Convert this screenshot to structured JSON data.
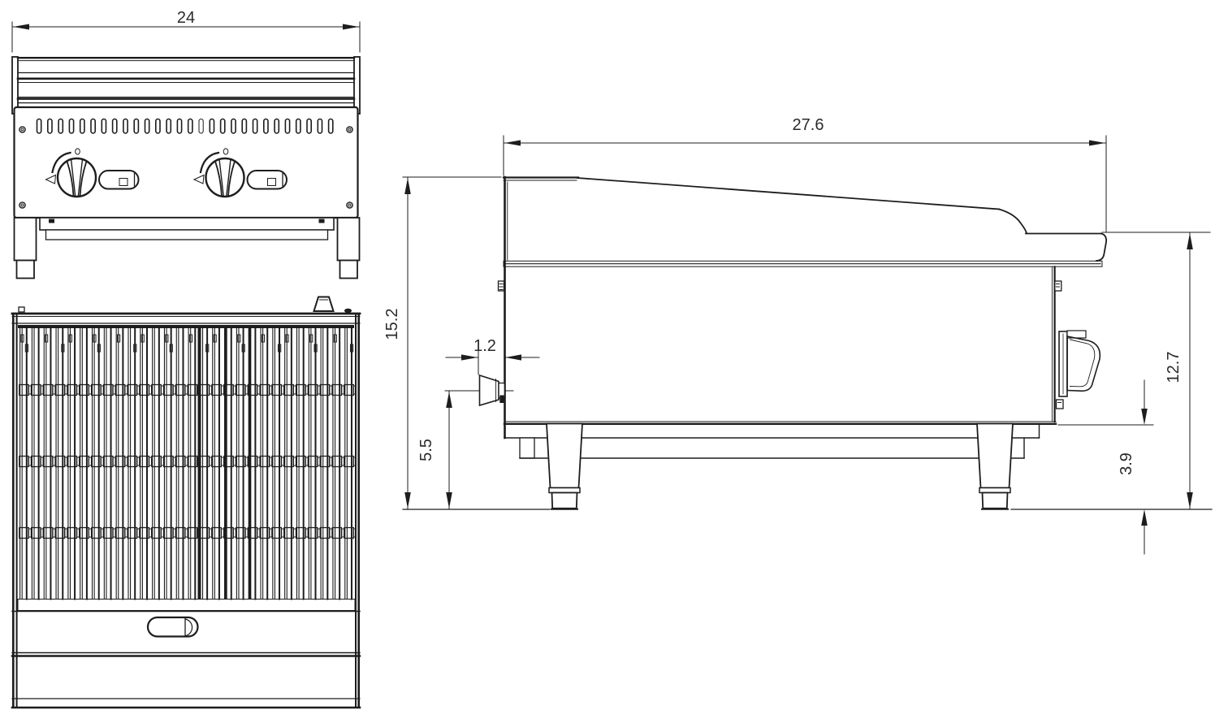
{
  "drawing_type": "technical-drawing-3-view",
  "subject": "countertop-gas-charbroiler",
  "colors": {
    "line": "#1d1d1d",
    "plate_gray": "#a0a0a0",
    "background": "#ffffff"
  },
  "views": {
    "front": {
      "label": "front-view",
      "width_label": "24"
    },
    "top": {
      "label": "top-view"
    },
    "side": {
      "label": "side-view",
      "depth_label": "27.6",
      "overall_height_label": "15.2",
      "knob_projection_label": "1.2",
      "knob_centerline_height_label": "5.5",
      "cooking_surface_height_label": "12.7",
      "leg_clearance_label": "3.9"
    }
  },
  "pattern": {
    "front_vent_slots": 28,
    "filled_vent_slot_index": 15,
    "front_knob_centers_x": [
      94.5,
      277
    ],
    "grate_columns": 28,
    "grate_connector_row_ys": [
      480,
      568,
      656
    ]
  }
}
